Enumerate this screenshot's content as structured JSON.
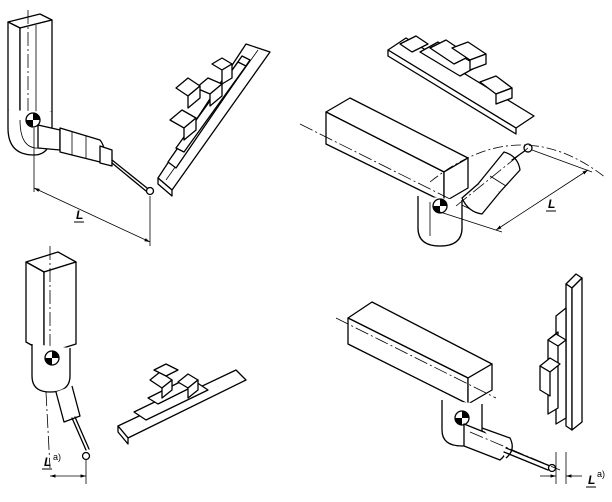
{
  "figure": {
    "dimension_labels": {
      "top_left": "L",
      "top_right": "L",
      "bottom_left": "L",
      "bottom_right": "L"
    },
    "footnote_markers": {
      "bottom_left": "a)",
      "bottom_right": "a)"
    }
  }
}
